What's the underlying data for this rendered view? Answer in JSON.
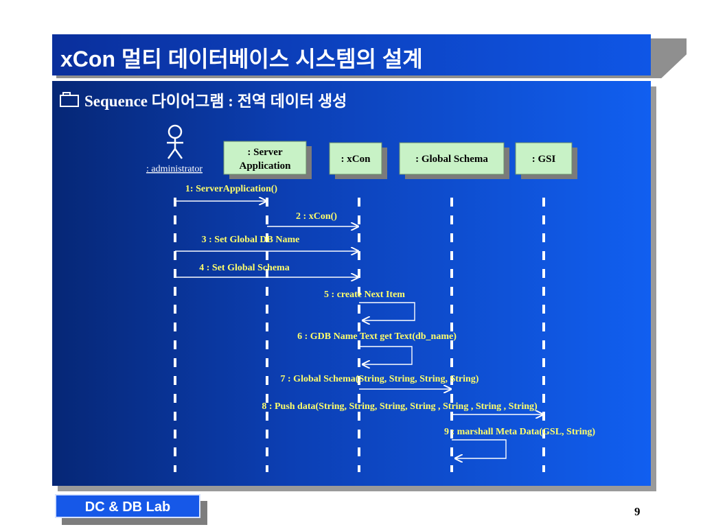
{
  "header": {
    "title": "xCon 멀티 데이터베이스 시스템의 설계"
  },
  "subtitle": {
    "icon": "folder-icon",
    "bold_part": "Sequence",
    "text": " 다이어그램 : 전역 데이터 생성"
  },
  "actor": {
    "label": ": administrator",
    "icon": "stick-figure-icon"
  },
  "objects": [
    {
      "id": "server",
      "label_line1": ": Server",
      "label_line2": "Application"
    },
    {
      "id": "xcon",
      "label": ": xCon"
    },
    {
      "id": "schema",
      "label": ": Global Schema"
    },
    {
      "id": "gsi",
      "label": ": GSI"
    }
  ],
  "messages": [
    {
      "n": 1,
      "label": "1: ServerApplication()"
    },
    {
      "n": 2,
      "label": "2 : xCon()"
    },
    {
      "n": 3,
      "label": "3 : Set Global DB Name"
    },
    {
      "n": 4,
      "label": "4 : Set Global Schema"
    },
    {
      "n": 5,
      "label": "5 : create Next Item"
    },
    {
      "n": 6,
      "label": "6 : GDB Name Text get Text(db_name)"
    },
    {
      "n": 7,
      "label": "7 : Global Schema(String, String, String, String)"
    },
    {
      "n": 8,
      "label": "8 : Push data(String, String, String, String , String , String , String)"
    },
    {
      "n": 9,
      "label": "9 : marshall Meta Data(GSL, String)"
    }
  ],
  "colors": {
    "object_box": "#c8f2c6",
    "message_text": "#ffff6b",
    "lifeline": "#ffffff",
    "title_bar": "#0f56e6",
    "footer": "#1658e8"
  },
  "footer": {
    "lab": "DC & DB Lab",
    "page": "9"
  }
}
